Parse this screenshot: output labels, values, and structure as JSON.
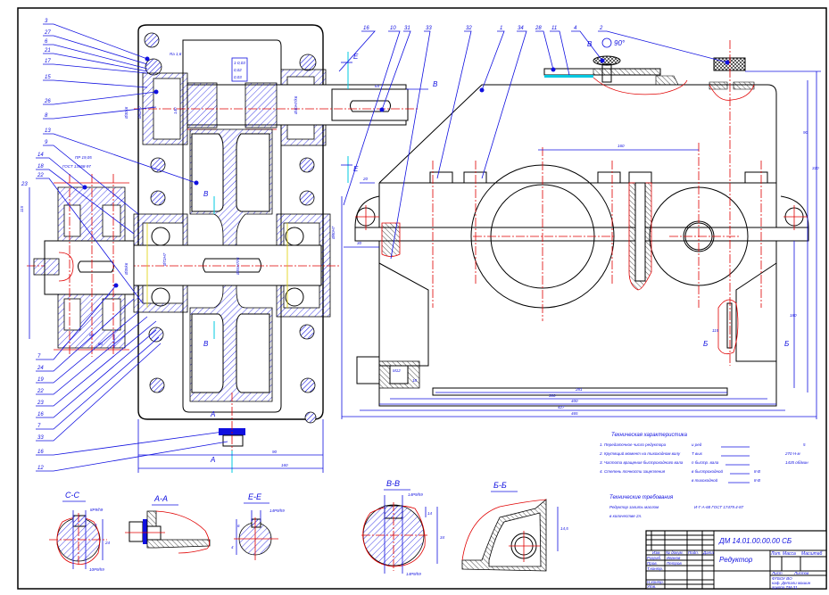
{
  "drawing": {
    "title_block": {
      "designation": "ДМ 14.01.00.00.00 СБ",
      "name": "Редуктор",
      "columns": [
        "Изм.",
        "Лист",
        "№ докум.",
        "Подп.",
        "Дата"
      ],
      "rows": [
        "Разраб.",
        "Пров.",
        "Т.контр.",
        "Н.контр.",
        "Утв."
      ],
      "developer": "Иванов",
      "checker": "Петров",
      "right_labels": [
        "Лит.",
        "Масса",
        "Масштаб"
      ],
      "sheet_labels": [
        "Лист",
        "Листов"
      ],
      "org_lines": [
        "ФГБОУ ВО",
        "каф. Детали машин",
        "группа ТМ-31"
      ]
    },
    "tech_spec": {
      "title": "Техническая характеристика",
      "items": [
        "1. Передаточное число редуктора",
        "2. Крутящий момент на тихоходном валу",
        "3. Частота вращения быстроходного вала",
        "4. Степень точности зацепления"
      ],
      "values_label": [
        "u ред",
        "Т вых",
        "n быстр. вала",
        "в быстроходной",
        "в тихоходной"
      ],
      "values": [
        "5",
        "270 Н·м",
        "1435 об/мин",
        "8-В",
        "8-В"
      ]
    },
    "tech_req": {
      "title": "Технические требования",
      "lines": [
        "Редуктор залить маслом",
        "в количестве 2л."
      ],
      "oil": "И-Г-А-68 ГОСТ 17479.4-87"
    },
    "views": {
      "sections": [
        "В-В",
        "Б-Б",
        "С-С",
        "А-А",
        "Е-Е"
      ],
      "cut_marks": [
        "А",
        "А",
        "Б",
        "Б",
        "В",
        "В",
        "Е",
        "Е"
      ],
      "angle_note": "90°",
      "view_mark": "В",
      "standard_note": "ГОСТ 13568-97",
      "chain_note": "ПР 19,05"
    },
    "callouts": {
      "top": [
        "16",
        "10",
        "31",
        "33",
        "32",
        "1",
        "34",
        "28",
        "11",
        "4",
        "2"
      ],
      "left_top": [
        "3",
        "27",
        "6",
        "21",
        "17",
        "15",
        "26",
        "8",
        "13",
        "9",
        "14",
        "18",
        "22",
        "23"
      ],
      "left_bottom": [
        "7",
        "24",
        "19",
        "22",
        "23",
        "16",
        "7",
        "33",
        "16",
        "12"
      ]
    },
    "dimensions": {
      "bottom": [
        "281",
        "300",
        "400",
        "427",
        "465"
      ],
      "right": [
        "90",
        "310",
        "180",
        "115"
      ],
      "shaft": [
        "115",
        "140",
        "Ø30k6",
        "Ø40H7/k6",
        "Ø62H7",
        "Ø72H7",
        "Ø35k6",
        "Ø55H7/r6",
        "Ø80H7"
      ],
      "misc": [
        "20",
        "30",
        "18",
        "160",
        "64",
        "90",
        "M12",
        "62",
        "80"
      ],
      "section_dims": [
        "8Р9/h9",
        "10Р9/h9",
        "14Р9/h9",
        "14",
        "5",
        "6",
        "34",
        "24",
        "4",
        "14,5"
      ],
      "tolerance_box": [
        "1-0,03",
        "0,02",
        "0,03"
      ],
      "roughness": [
        "Ra 1,6"
      ]
    }
  },
  "colors": {
    "object": "#000000",
    "dimension": "#1010e0",
    "axis": "#e00000",
    "thread": "#00c8e0",
    "hidden": "#e0d000"
  }
}
